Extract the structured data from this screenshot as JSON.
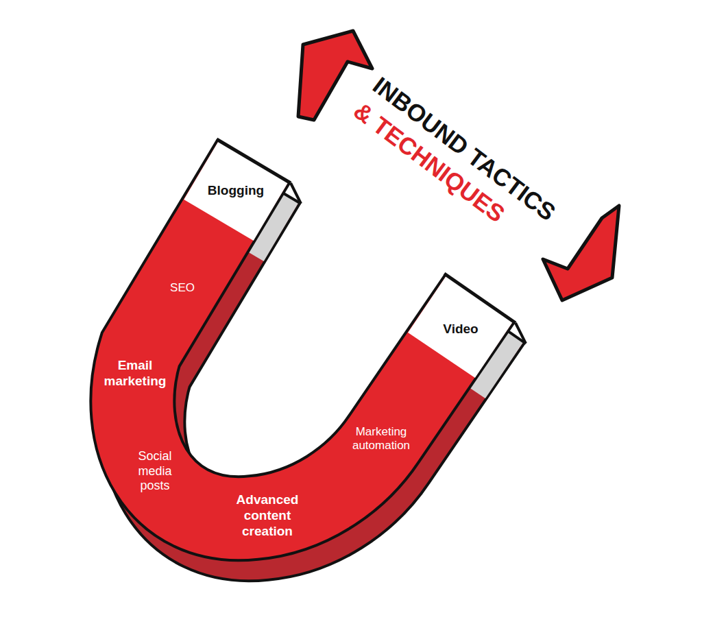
{
  "diagram": {
    "labels": [
      "INBOUND TACTICS",
      "& TECHNIQUES",
      "Blogging",
      "SEO",
      "Email marketing",
      "Social media posts",
      "Advanced content creation",
      "Marketing automation",
      "Video"
    ]
  }
}
